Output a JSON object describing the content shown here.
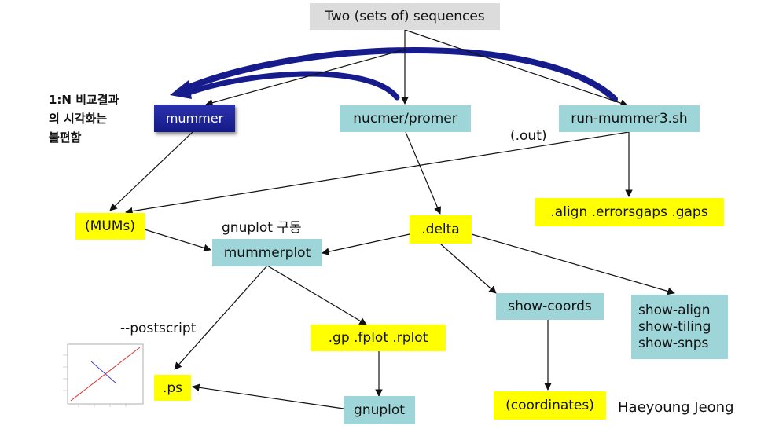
{
  "nodes": {
    "input": "Two (sets of) sequences",
    "mummer": "mummer",
    "nucmer": "nucmer/promer",
    "run_mummer3": "run-mummer3.sh",
    "mums": "(MUMs)",
    "delta": ".delta",
    "align_out": ".align .errorsgaps .gaps",
    "mummerplot": "mummerplot",
    "show_coords": "show-coords",
    "show_group": [
      "show-align",
      "show-tiling",
      "show-snps"
    ],
    "gp_files": ".gp .fplot .rplot",
    "ps": ".ps",
    "gnuplot": "gnuplot",
    "coordinates": "(coordinates)"
  },
  "labels": {
    "out": "(.out)",
    "gnuplot_drive": "gnuplot 구동",
    "postscript": "--postscript",
    "korean_note": [
      "1:N 비교결과",
      "의 시각화는",
      "불편함"
    ],
    "author": "Haeyoung Jeong"
  },
  "colors": {
    "input_box": "#dcdcdc",
    "program_box": "#9ed5d8",
    "file_box": "#ffff00",
    "mummer_box": "#1b2196",
    "curved_arrows": "#161c8c"
  },
  "thumbnail": {
    "description_lines": [
      "red diagonal",
      "blue anti-diagonal"
    ]
  }
}
